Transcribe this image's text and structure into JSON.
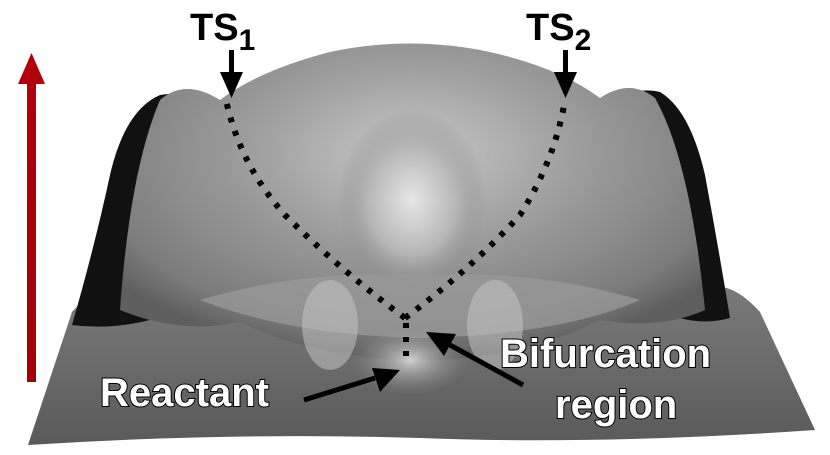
{
  "figure": {
    "ts1": {
      "main": "TS",
      "sub": "1"
    },
    "ts2": {
      "main": "TS",
      "sub": "2"
    },
    "reactant_label": "Reactant",
    "bifurcation_label": {
      "line1": "Bifurcation",
      "line2": "region"
    }
  },
  "colors": {
    "energy_arrow": "#b0000b",
    "path_dots": "#000000",
    "label_on_surface": "#ffffff",
    "label_outline": "#000000",
    "ts_label": "#000000"
  },
  "icons": {
    "energy_axis": "up-arrow",
    "ts_pointer": "down-arrow",
    "label_pointer": "arrow"
  }
}
